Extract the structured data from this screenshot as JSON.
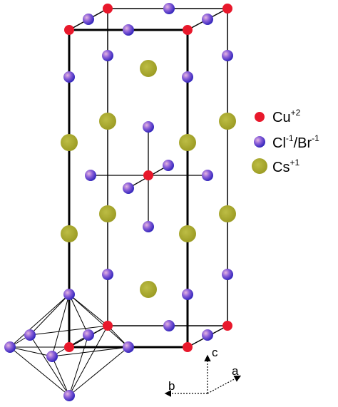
{
  "legend": {
    "items": [
      {
        "base": "Cu",
        "sup": "+2",
        "color": "#e8182b"
      },
      {
        "base": "Cl",
        "sup": "-1",
        "base2": "/Br",
        "sup2": "-1",
        "color": "#4a3fd0"
      },
      {
        "base": "Cs",
        "sup": "+1",
        "color": "#a9a82a"
      }
    ]
  },
  "axes": {
    "c": "c",
    "a": "a",
    "b": "b"
  },
  "colors": {
    "cu": "#e8182b",
    "halide": "#4a3fd0",
    "halide_highlight": "#d9a8d8",
    "cs": "#a9a82a",
    "edge": "#000000"
  }
}
